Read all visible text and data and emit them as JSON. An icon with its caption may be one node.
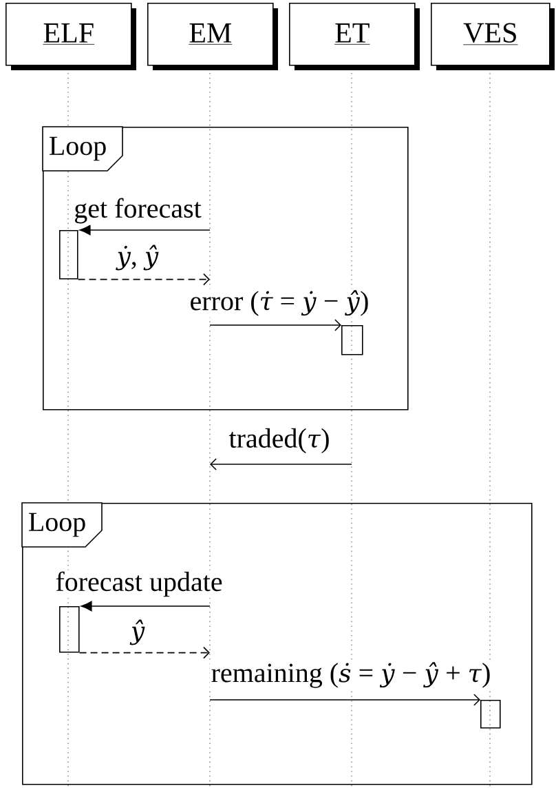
{
  "diagram": {
    "nodes": [
      {
        "text": [
          "ELF"
        ]
      },
      {
        "text": [
          "EM"
        ]
      },
      {
        "text": [
          "ET"
        ]
      },
      {
        "text": [
          "VES"
        ]
      },
      {
        "text": [],
        "shape": "line"
      },
      {
        "text": [],
        "shape": "line"
      },
      {
        "text": [],
        "shape": "line"
      },
      {
        "text": [],
        "shape": "line"
      },
      {
        "text": [
          "Loop"
        ]
      },
      {
        "text": [],
        "shape": "bar",
        "in": 8
      },
      {
        "text": [],
        "shape": "bar",
        "in": 8
      },
      {
        "text": [
          "Loop"
        ]
      },
      {
        "text": [],
        "shape": "bar",
        "in": 11
      },
      {
        "text": [],
        "shape": "bar",
        "in": 11
      }
    ],
    "edges": [
      {
        "from": 5,
        "to": 9,
        "arrow": "to",
        "label": "get forecast"
      },
      {
        "from": 9,
        "to": 5,
        "arrow": "to",
        "label": "*ẏ*, *ŷ*",
        "style": "dashed"
      },
      {
        "from": 5,
        "to": 10,
        "arrow": "to",
        "label": "error (*τ̇* = *ẏ* − *ŷ*)"
      },
      {
        "from": 6,
        "to": 5,
        "arrow": "to",
        "label": "traded(*τ*)"
      },
      {
        "from": 5,
        "to": 12,
        "arrow": "to",
        "label": "forecast update"
      },
      {
        "from": 12,
        "to": 5,
        "arrow": "to",
        "label": "ŷ",
        "style": "dashed"
      },
      {
        "from": 5,
        "to": 13,
        "arrow": "to",
        "label": "remaining (*ṡ* = *ẏ* − *ŷ* + *τ*)"
      }
    ]
  }
}
